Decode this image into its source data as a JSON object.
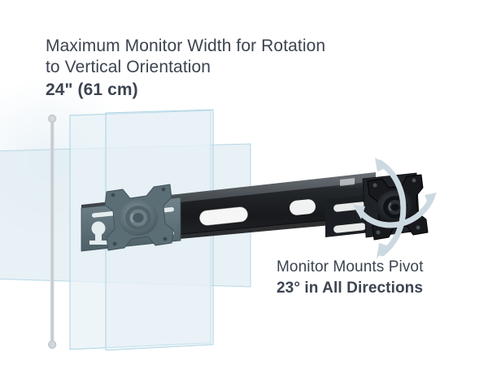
{
  "document": {
    "type": "product-feature-illustration",
    "background_color": "#ffffff"
  },
  "callouts": {
    "top": {
      "line1": "Maximum Monitor Width for Rotation",
      "line2": "to Vertical Orientation",
      "line3": "24\" (61 cm)",
      "color": "#3c4450"
    },
    "bottom": {
      "line1": "Monitor Mounts Pivot",
      "line2": "23° in All Directions",
      "color": "#3c4450"
    }
  },
  "illustration": {
    "name": "monitor-mount-arm-diagram",
    "measure_line": {
      "name": "vertical-measure-line",
      "color": "#c9ced3",
      "endpoint_shape": "circle"
    },
    "panels": [
      {
        "name": "monitor-panel-portrait",
        "orientation": "portrait",
        "fill": "#e8f1f6",
        "stroke": "#a9d2e2"
      },
      {
        "name": "monitor-panel-landscape",
        "orientation": "landscape",
        "fill": "#e4eef3",
        "stroke": "#b6d8e6"
      }
    ],
    "mount_arm": {
      "name": "extension-arm-bar",
      "color": "#1d1f22",
      "slot_count": 3
    },
    "vesa_plate_left": {
      "name": "vesa-plate-left",
      "color": "#5f7179",
      "features": [
        "keyhole-slot",
        "pivot-boss",
        "corner-tabs"
      ]
    },
    "vesa_head_right": {
      "name": "vesa-pivot-head-right",
      "color": "#17191c",
      "features": [
        "pivot-boss",
        "corner-tabs"
      ]
    },
    "pivot_arrows": {
      "name": "pivot-direction-arrows",
      "color": "#ccd9e0",
      "count": 2,
      "style": "double-headed-curved"
    }
  },
  "colors": {
    "text": "#3c4450",
    "panel_blue": "#e8f1f6",
    "panel_edge": "#a9d2e2",
    "arm_black": "#1d1f22",
    "plate_gray": "#5f7179",
    "measure_gray": "#c9ced3",
    "arrow_gray": "#ccd9e0"
  }
}
